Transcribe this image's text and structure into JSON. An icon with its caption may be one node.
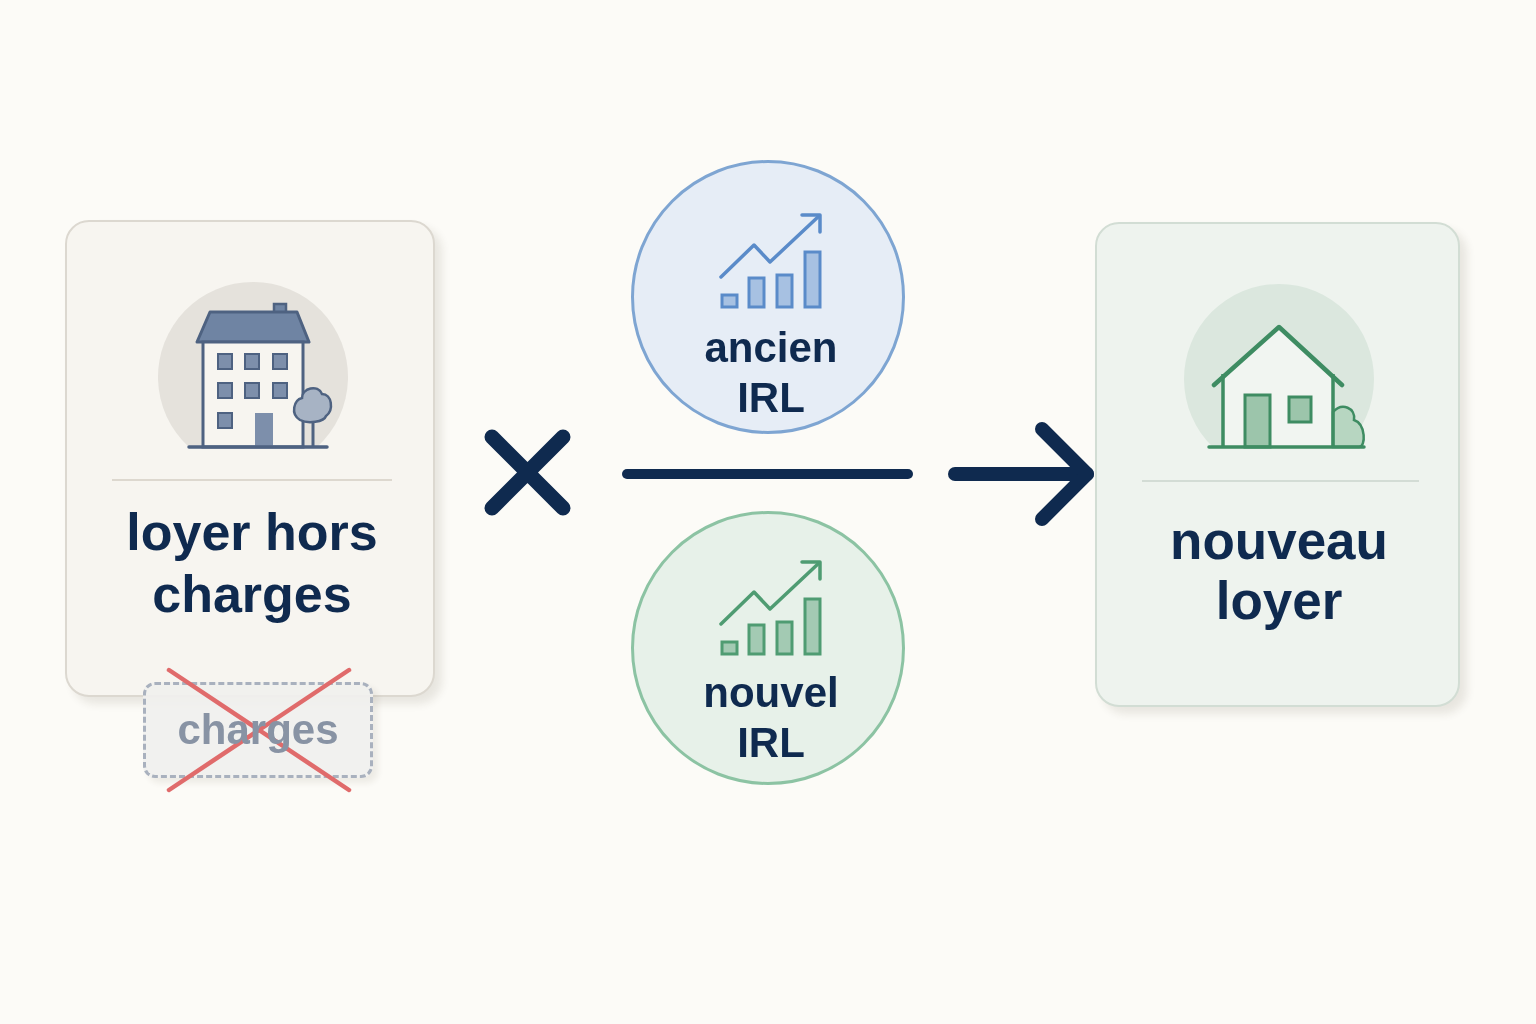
{
  "diagram": {
    "nodes": [
      {
        "text": [
          "loyer hors charges"
        ]
      },
      {
        "text": [
          "charges"
        ]
      },
      {
        "text": [
          "ancien IRL"
        ]
      },
      {
        "text": [
          "nouvel IRL"
        ]
      },
      {
        "text": [
          "nouveau loyer"
        ]
      }
    ],
    "edges": [
      {
        "from": null,
        "to": 4,
        "arrow": "to"
      }
    ]
  }
}
